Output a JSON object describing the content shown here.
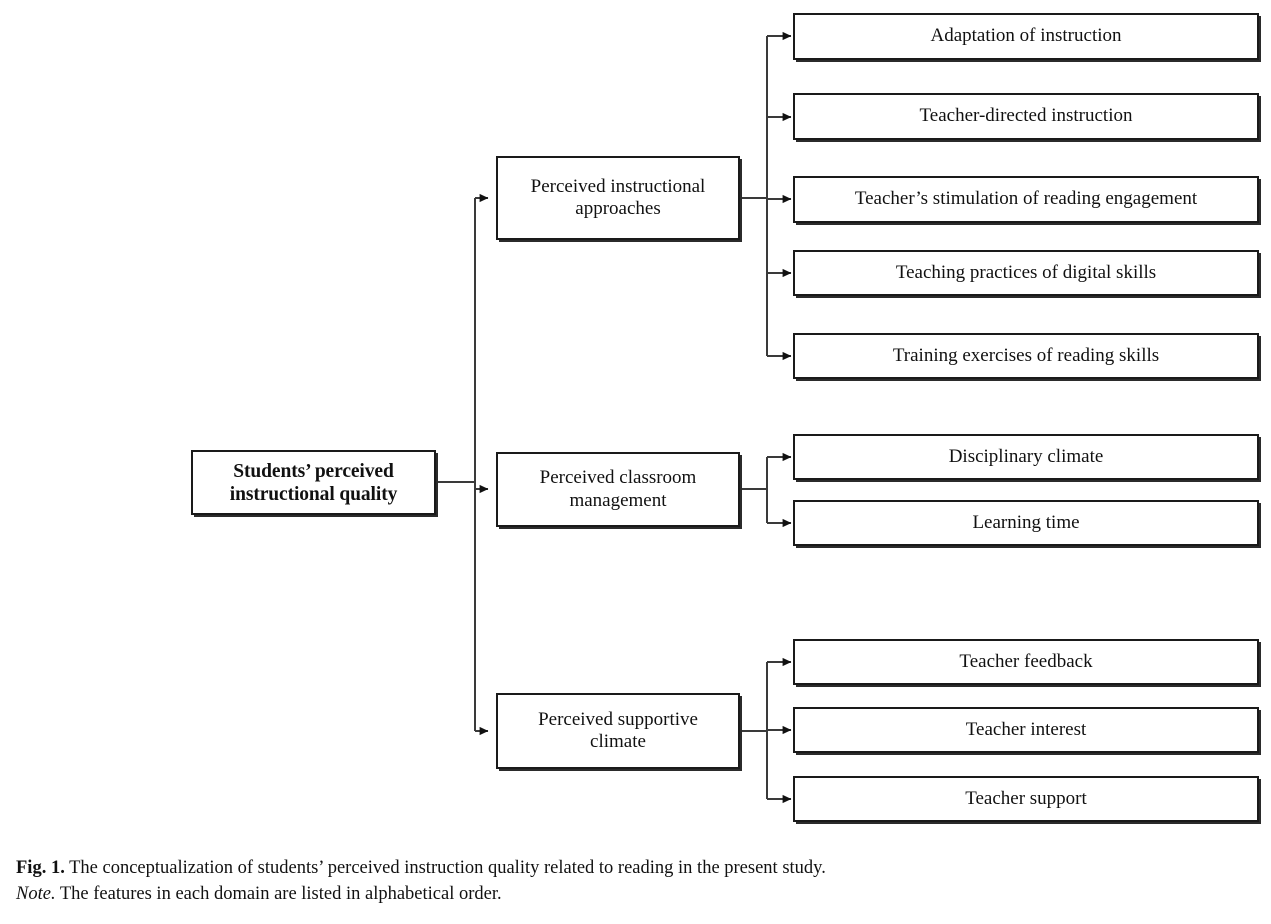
{
  "figure": {
    "root": {
      "label_line1": "Students’ perceived",
      "label_line2": "instructional quality"
    },
    "domains": [
      {
        "id": "instructional-approaches",
        "label_line1": "Perceived instructional",
        "label_line2": "approaches",
        "features": [
          {
            "label": "Adaptation of instruction"
          },
          {
            "label": "Teacher-directed instruction"
          },
          {
            "label": "Teacher’s stimulation of reading engagement"
          },
          {
            "label": "Teaching practices of digital skills"
          },
          {
            "label": "Training exercises of reading skills"
          }
        ]
      },
      {
        "id": "classroom-management",
        "label_line1": "Perceived classroom",
        "label_line2": "management",
        "features": [
          {
            "label": "Disciplinary climate"
          },
          {
            "label": "Learning time"
          }
        ]
      },
      {
        "id": "supportive-climate",
        "label_line1": "Perceived supportive",
        "label_line2": "climate",
        "features": [
          {
            "label": "Teacher feedback"
          },
          {
            "label": "Teacher interest"
          },
          {
            "label": "Teacher support"
          }
        ]
      }
    ]
  },
  "caption": {
    "fig_label": "Fig. 1.",
    "fig_text": "The conceptualization of students’ perceived instruction quality related to reading in the present study.",
    "note_label": "Note.",
    "note_text": "The features in each domain are listed in alphabetical order."
  },
  "colors": {
    "box_border": "#1a1a1a",
    "box_fill": "#ffffff",
    "connector": "#3a3a3a",
    "text": "#111111",
    "page_background": "#ffffff"
  }
}
